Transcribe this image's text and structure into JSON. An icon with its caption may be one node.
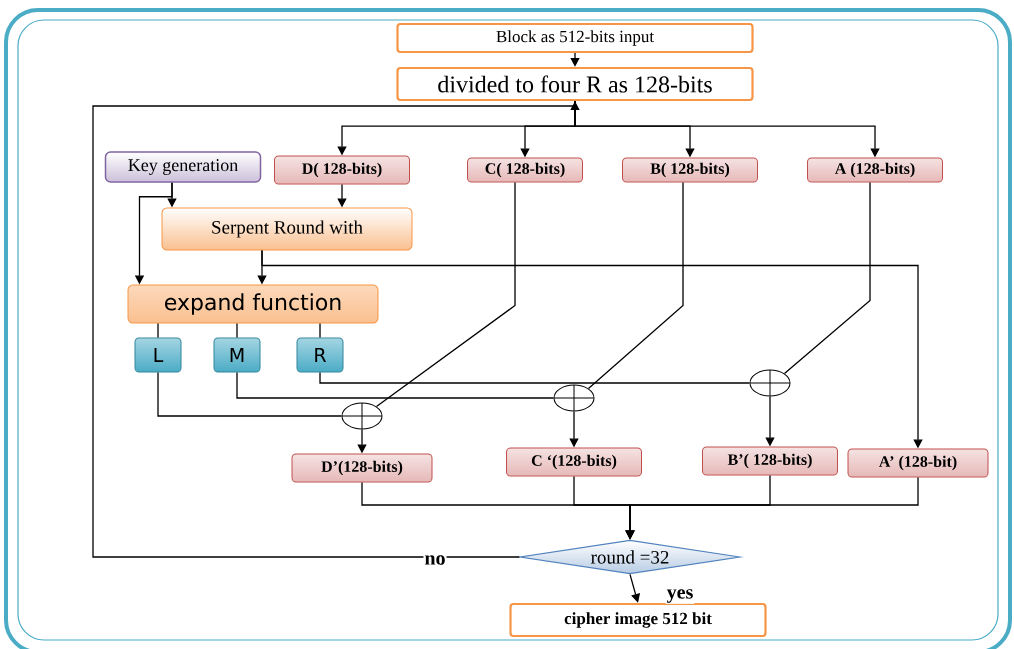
{
  "diagram": {
    "nodes": [
      {
        "text": [
          "Block as 512-bits input"
        ]
      },
      {
        "text": [
          "divided to four R as 128-bits"
        ]
      },
      {
        "text": [
          "Key generation"
        ]
      },
      {
        "text": [
          "D( 128-bits)"
        ]
      },
      {
        "text": [
          "C( 128-bits)"
        ]
      },
      {
        "text": [
          "B( 128-bits)"
        ]
      },
      {
        "text": [
          "A (128-bits)"
        ]
      },
      {
        "text": [
          "Serpent Round with"
        ]
      },
      {
        "text": [
          "expand function"
        ]
      },
      {
        "text": [
          "L"
        ]
      },
      {
        "text": [
          "M"
        ]
      },
      {
        "text": [
          "R"
        ]
      },
      {
        "text": [],
        "shape": "circle"
      },
      {
        "text": [],
        "shape": "circle"
      },
      {
        "text": [],
        "shape": "circle"
      },
      {
        "text": [
          "D’(128-bits)"
        ]
      },
      {
        "text": [
          "C ‘(128-bits)"
        ]
      },
      {
        "text": [
          "B’( 128-bits)"
        ]
      },
      {
        "text": [
          "A’ (128-bit)"
        ]
      },
      {
        "text": [
          "round =32"
        ]
      },
      {
        "text": [
          "cipher image 512 bit"
        ]
      }
    ],
    "edges": [
      {
        "from": 0,
        "to": 1,
        "arrow": "to"
      },
      {
        "from": 1,
        "to": 3,
        "arrow": "to"
      },
      {
        "from": 1,
        "to": 4,
        "arrow": "to"
      },
      {
        "from": 1,
        "to": 5,
        "arrow": "to"
      },
      {
        "from": 1,
        "to": 6,
        "arrow": "to"
      },
      {
        "from": 2,
        "to": 7,
        "arrow": "to"
      },
      {
        "from": 2,
        "to": 8,
        "arrow": "to"
      },
      {
        "from": 3,
        "to": 7,
        "arrow": "to"
      },
      {
        "from": 7,
        "to": 8,
        "arrow": "to"
      },
      {
        "from": 7,
        "to": 18,
        "arrow": "to"
      },
      {
        "from": 8,
        "to": 9,
        "arrow": "none"
      },
      {
        "from": 8,
        "to": 10,
        "arrow": "none"
      },
      {
        "from": 8,
        "to": 11,
        "arrow": "none"
      },
      {
        "from": 9,
        "to": 12,
        "arrow": "none"
      },
      {
        "from": 4,
        "to": 12,
        "arrow": "none"
      },
      {
        "from": 12,
        "to": 15,
        "arrow": "to"
      },
      {
        "from": 10,
        "to": 13,
        "arrow": "none"
      },
      {
        "from": 5,
        "to": 13,
        "arrow": "none"
      },
      {
        "from": 13,
        "to": 16,
        "arrow": "to"
      },
      {
        "from": 11,
        "to": 14,
        "arrow": "none"
      },
      {
        "from": 6,
        "to": 14,
        "arrow": "none"
      },
      {
        "from": 14,
        "to": 17,
        "arrow": "to"
      },
      {
        "from": 15,
        "to": 19,
        "arrow": "to"
      },
      {
        "from": 16,
        "to": 19,
        "arrow": "to"
      },
      {
        "from": 17,
        "to": 19,
        "arrow": "to"
      },
      {
        "from": 18,
        "to": 19,
        "arrow": "to"
      },
      {
        "from": 19,
        "to": 1,
        "arrow": "to",
        "label": "no"
      },
      {
        "from": 19,
        "to": 20,
        "arrow": "to",
        "label": "yes"
      }
    ]
  }
}
